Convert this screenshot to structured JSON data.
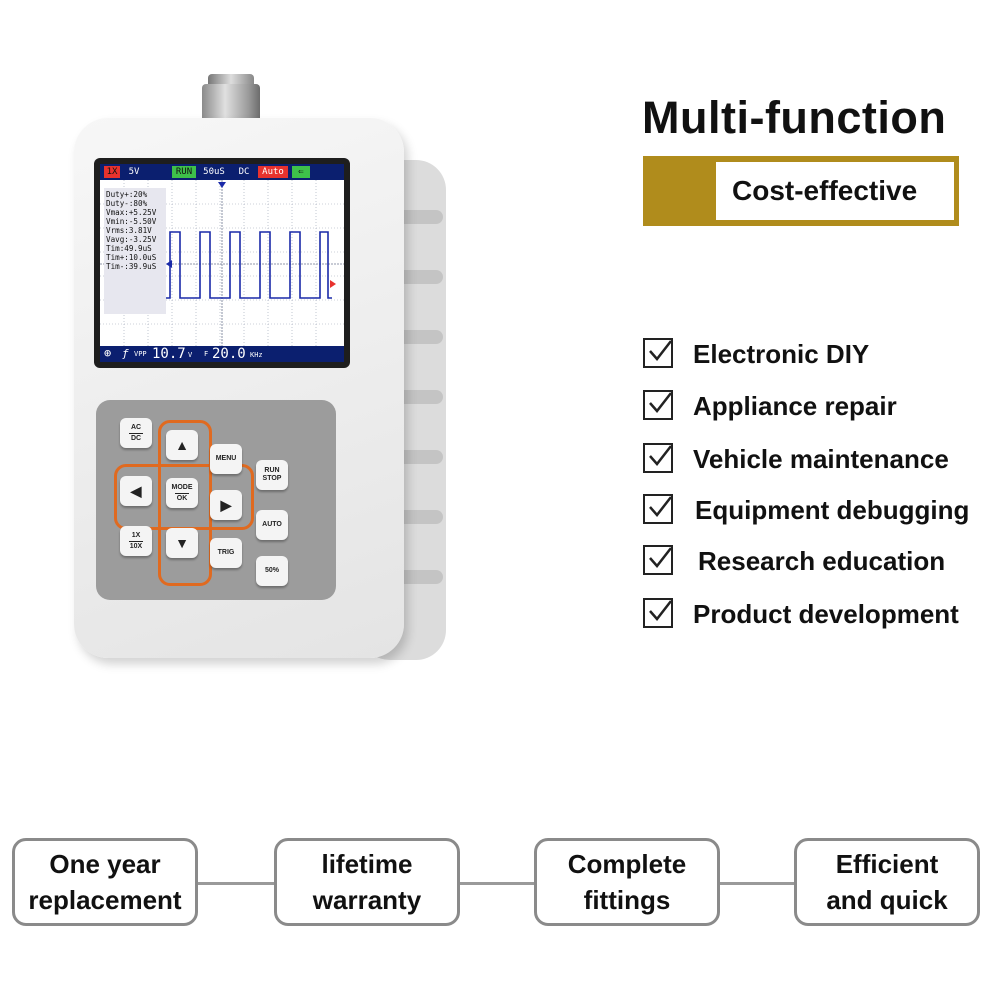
{
  "headline": "Multi-function",
  "subheadline": "Cost-effective",
  "features": [
    "Electronic DIY",
    "Appliance repair",
    "Vehicle maintenance",
    "Equipment debugging",
    "Research education",
    "Product development"
  ],
  "bottom_boxes": [
    {
      "line1": "One year",
      "line2": "replacement"
    },
    {
      "line1": "lifetime",
      "line2": "warranty"
    },
    {
      "line1": "Complete",
      "line2": "fittings"
    },
    {
      "line1": "Efficient",
      "line2": "and quick"
    }
  ],
  "colors": {
    "gold": "#b08c1c",
    "lcd_bar": "#0b1f6f",
    "key_accent": "#e06a20"
  },
  "device": {
    "screen": {
      "probe": "1X",
      "volts_div": "5V",
      "run_state": "RUN",
      "time_div": "50uS",
      "coupling": "DC",
      "trigger_mode": "Auto",
      "measurements": [
        "Duty+:20%",
        "Duty-:80%",
        "Vmax:+5.25V",
        "Vmin:-5.50V",
        "Vrms:3.81V",
        "Vavg:-3.25V",
        "Tim:49.9uS",
        "Tim+:10.0uS",
        "Tim-:39.9uS"
      ],
      "vpp_label": "VPP",
      "vpp_value": "10.7",
      "vpp_unit": "V",
      "freq_label": "F",
      "freq_value": "20.0",
      "freq_unit": "KHz"
    },
    "keys": {
      "acdc_top": "AC",
      "acdc_bottom": "DC",
      "menu": "MENU",
      "run_top": "RUN",
      "run_bottom": "STOP",
      "mode_top": "MODE",
      "mode_bottom": "OK",
      "probe_top": "1X",
      "probe_bottom": "10X",
      "auto": "AUTO",
      "trig": "TRIG",
      "fifty": "50%"
    }
  }
}
